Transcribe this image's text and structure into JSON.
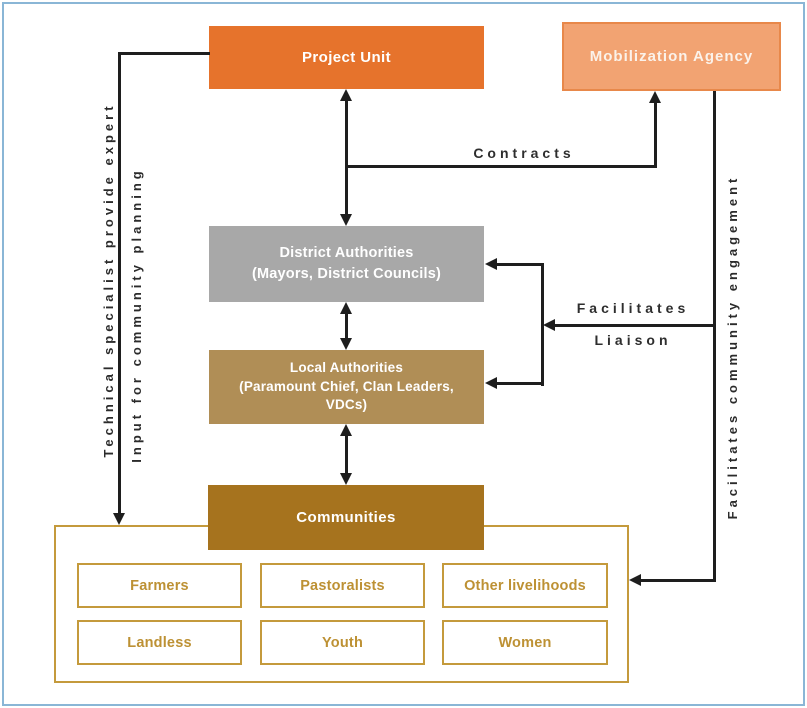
{
  "diagram": {
    "boxes": {
      "project_unit": "Project Unit",
      "mobilization_agency": "Mobilization Agency",
      "district_authorities_line1": "District Authorities",
      "district_authorities_line2": "(Mayors, District Councils)",
      "local_authorities_line1": "Local Authorities",
      "local_authorities_line2": "(Paramount Chief, Clan Leaders,",
      "local_authorities_line3": "VDCs)",
      "communities": "Communities"
    },
    "community_groups": [
      "Farmers",
      "Pastoralists",
      "Other livelihoods",
      "Landless",
      "Youth",
      "Women"
    ],
    "annotations": {
      "contracts": "Contracts",
      "facilitates": "Facilitates",
      "liaison": "Liaison",
      "left_note_line1": "Technical specialist provide expert",
      "left_note_line2": "Input for community planning",
      "right_note": "Facilitates community engagement"
    },
    "colors": {
      "project_unit_fill": "#E6732C",
      "mobilization_fill": "#F2A372",
      "mobilization_border": "#E8884A",
      "district_fill": "#A8A8A8",
      "local_fill": "#B08E56",
      "communities_fill": "#A6731E",
      "gold_border": "#C49A3C",
      "gold_text": "#BD9134",
      "connector_color": "#1E1E1E",
      "frame_border": "#8AB6D6"
    }
  }
}
